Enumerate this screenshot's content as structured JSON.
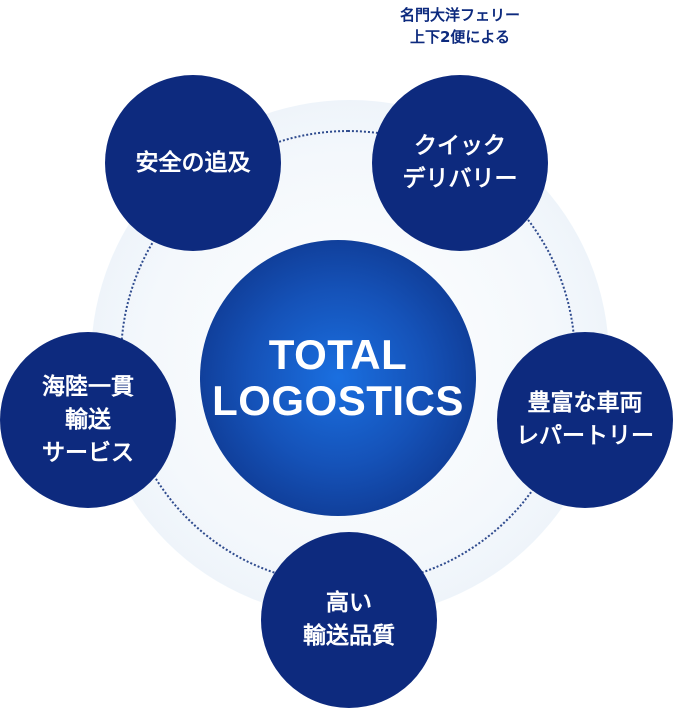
{
  "center": {
    "label": "TOTAL\nLOGOSTICS"
  },
  "caption": "名門大洋フェリー\n上下2便による",
  "nodes": {
    "top_left": "安全の追及",
    "top_right": "クイック\nデリバリー",
    "right": "豊富な車両\nレパートリー",
    "bottom": "高い\n輸送品質",
    "left": "海陸一貫\n輸送\nサービス"
  },
  "colors": {
    "node": "#0d2a7e",
    "center_inner": "#1a6fe0",
    "center_outer": "#0b2a7a",
    "ring": "#2f4b8e",
    "halo": "#e4edf7",
    "caption": "#0d2a7e"
  }
}
